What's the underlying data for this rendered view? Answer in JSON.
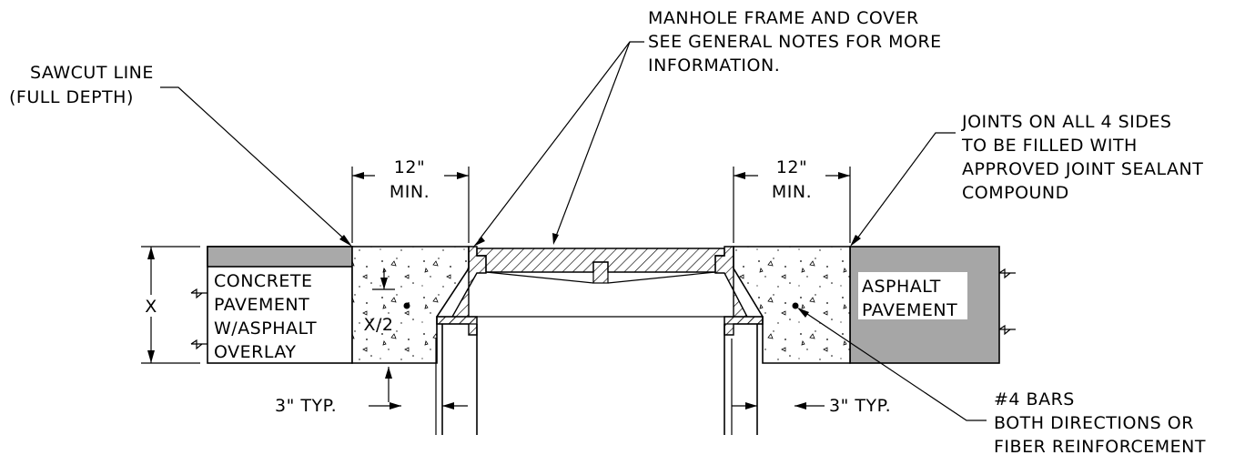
{
  "notes": {
    "manhole": [
      "MANHOLE FRAME AND COVER",
      "SEE GENERAL NOTES FOR MORE",
      "INFORMATION."
    ],
    "sawcut": [
      "SAWCUT LINE",
      "(FULL DEPTH)"
    ],
    "joints": [
      "JOINTS ON ALL 4 SIDES",
      "TO BE FILLED WITH",
      "APPROVED JOINT SEALANT",
      "COMPOUND"
    ],
    "bars": [
      "#4 BARS",
      "BOTH DIRECTIONS OR",
      "FIBER REINFORCEMENT"
    ]
  },
  "dimensions": {
    "left_min": [
      "12\"",
      "MIN."
    ],
    "right_min": [
      "12\"",
      "MIN."
    ],
    "depth": "X",
    "half_depth": "X/2",
    "typ_left": "3\" TYP.",
    "typ_right": "3\" TYP."
  },
  "materials": {
    "concrete": [
      "CONCRETE",
      "PAVEMENT",
      "W/ASPHALT",
      "OVERLAY"
    ],
    "asphalt": [
      "ASPHALT",
      "PAVEMENT"
    ]
  }
}
